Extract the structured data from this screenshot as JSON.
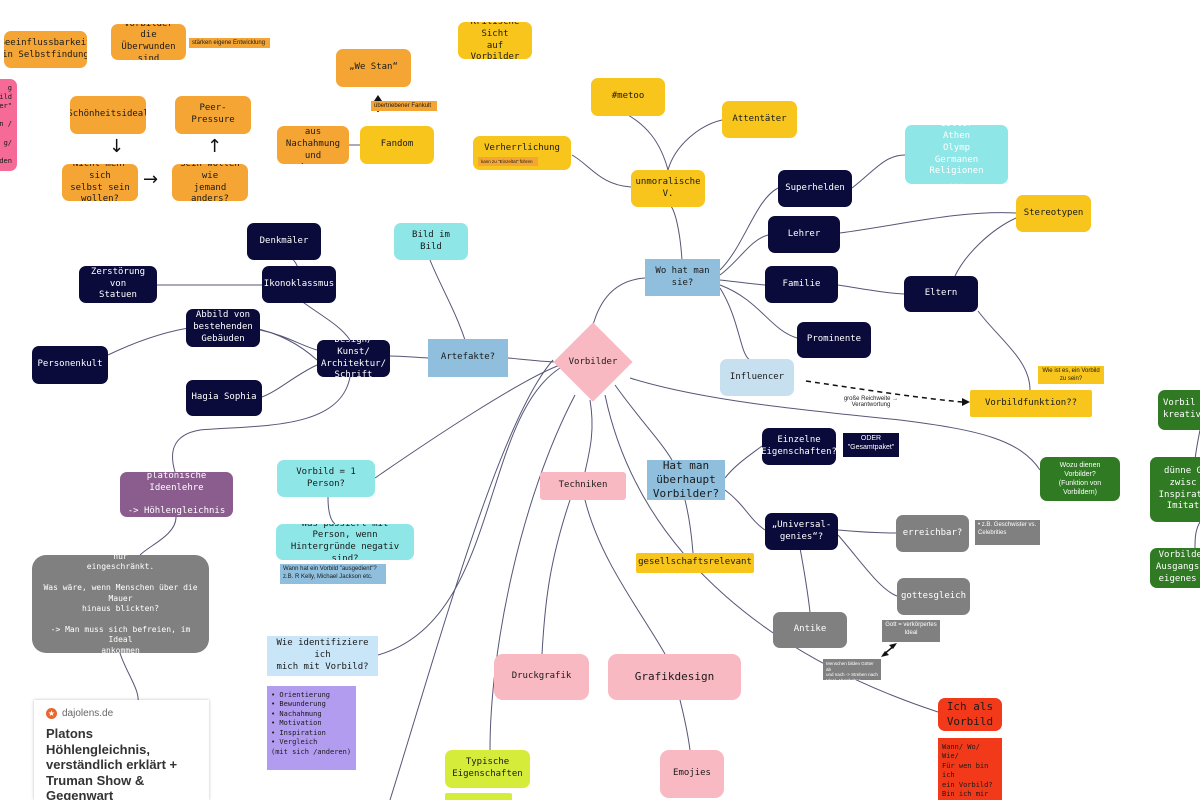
{
  "nodes": {
    "beeinfluss": "Beeinflussbarkeit\nin Selbstfindung",
    "vorbilder_ueberwunden": "Vorbilder die\nÜberwunden sind",
    "staerken_note": "stärken eigene Entwicklung",
    "kritische_sicht": "Kritische Sicht\nauf Vorbilder",
    "we_stan": "„We Stan“",
    "ueberhoehter_fankult": "übertriebener Fankult",
    "fanfiction": "FanFiction\n= Produkt aus\nNachahmung und\neigenen Ideen",
    "fandom": "Fandom",
    "schoenheitsideal": "Schönheitsideal",
    "peer_pressure": "Peer-Pressure",
    "nicht_mehr": "Nicht mehr sich\nselbst sein\nwollen?",
    "sein_wollen": "Sein wollen wie\njemand anders?",
    "magenta_text": "g\nbild\ner\"\n\nin /\n\ng/\n\nden",
    "metoo": "#metoo",
    "attentaeter": "Attentäter",
    "verherrlichung": "Verherrlichung",
    "verherrlichung_note": "kann zu \"Einzeltat\" führen",
    "unmoralische": "unmoralische V.",
    "goetter": "Götter\nAthen\nOlymp\nGermanen\nReligionen\n...",
    "superhelden": "Superhelden",
    "lehrer": "Lehrer",
    "stereotypen": "Stereotypen",
    "familie": "Familie",
    "eltern": "Eltern",
    "prominente": "Prominente",
    "wo_hat_man": "Wo hat man sie?",
    "influencer": "Influencer",
    "grosse_reichweite": "große Reichweite →\nVerantwortung",
    "wie_bei_vorbild": "Wie ist es, ein Vorbild\nzu sein?",
    "vorbildfunktion": "Vorbildfunktion??",
    "denkmaeler": "Denkmäler",
    "zerstoerung": "Zerstörung von\nStatuen",
    "ikonoklassmus": "Ikonoklassmus",
    "bild_im_bild": "Bild im Bild",
    "abbild": "Abbild von\nbestehenden\nGebäuden",
    "design_kunst": "Design/ Kunst/\nArchitektur/\nSchrift",
    "artefakte": "Artefakte?",
    "vorbilder": "Vorbilder",
    "personenkult": "Personenkult",
    "hagia_sophia": "Hagia Sophia",
    "platonische": "platonische Ideenlehre\n\n-> Höhlengleichnis",
    "vorbild_1_person": "Vorbild = 1 Person?",
    "was_passiert": "Was passiert mit Person, wenn\nHintergründe negativ sind?",
    "wann_ausgedient": "Wann hat ein Vorbild \"ausgedient\"?\nz.B. R Kelly, Michael Jackson etc.",
    "techniken": "Techniken",
    "hat_man": "Hat man\nüberhaupt\nVorbilder?",
    "einzelne": "Einzelne\nEigenschaften?",
    "oder_gesamt": "ODER\n\"Gesamtpaket\"",
    "wozu": "Wozu dienen Vorbilder?\n(Funktion von\nVorbildern)",
    "universal": "„Universal-\ngenies“?",
    "erreichbar": "erreichbar?",
    "geschwister": "• z.B. Geschwister vs.\nCelebrities",
    "gesellschaftsrelevant": "gesellschaftsrelevant",
    "gottesgleich": "gottesgleich",
    "antike": "Antike",
    "gott_verkoerpert": "Gott = verkörpertes\nIdeal",
    "menschen_bilden": "Menschen bilden Götter ab\nund nach -> Streben nach\nIdeal, Abgehoben",
    "menschen_sitzen": "Menschen sitzen vor Mauer, sehen nur\neingeschränkt.\n\nWas wäre, wenn Menschen über die Mauer\nhinaus blickten?\n\n-> Man muss sich befreien, im Ideal\nankommen\n(ist aber nicht einfach)",
    "wie_identifiziere": "Wie identifiziere ich\nmich mit Vorbild?",
    "orientierung_list": "• Orientierung\n• Bewunderung\n• Nachahmung\n• Motivation\n• Inspiration\n• Vergleich\n   (mit sich /anderen)",
    "druckgrafik": "Druckgrafik",
    "grafikdesign": "Grafikdesign",
    "typische": "Typische\nEigenschaften",
    "emojies": "Emojies",
    "ich_als_vorbild": "Ich als\nVorbild",
    "wann_wo": "Wann/ Wo/ Wie/\nFür wen bin ich\nein Vorbild?\nBin ich mir\ndessen bewusst?\nWill ich ein\nVorbild sein?",
    "vorbild_kreativ": "Vorbil\nkreative",
    "duenne": "dünne G\nzwisc\nInspirati\nImitat",
    "vorbilder_ausgang": "Vorbilder\nAusgangspu\neigenes S"
  },
  "card": {
    "site": "dajolens.de",
    "title": "Platons\nHöhlengleichnis,\nverständlich erklärt +\nTruman Show &\nGegenwart"
  },
  "colors": {
    "navy": "#0b0b3b",
    "orange": "#f5a534",
    "yellow": "#f7c51b",
    "cyan": "#8ee6e6",
    "pink": "#f8b9c2",
    "green": "#2f7a22",
    "red": "#f23a1b",
    "violet": "#b19cf0",
    "gray": "#808080",
    "connector": "#555577"
  }
}
